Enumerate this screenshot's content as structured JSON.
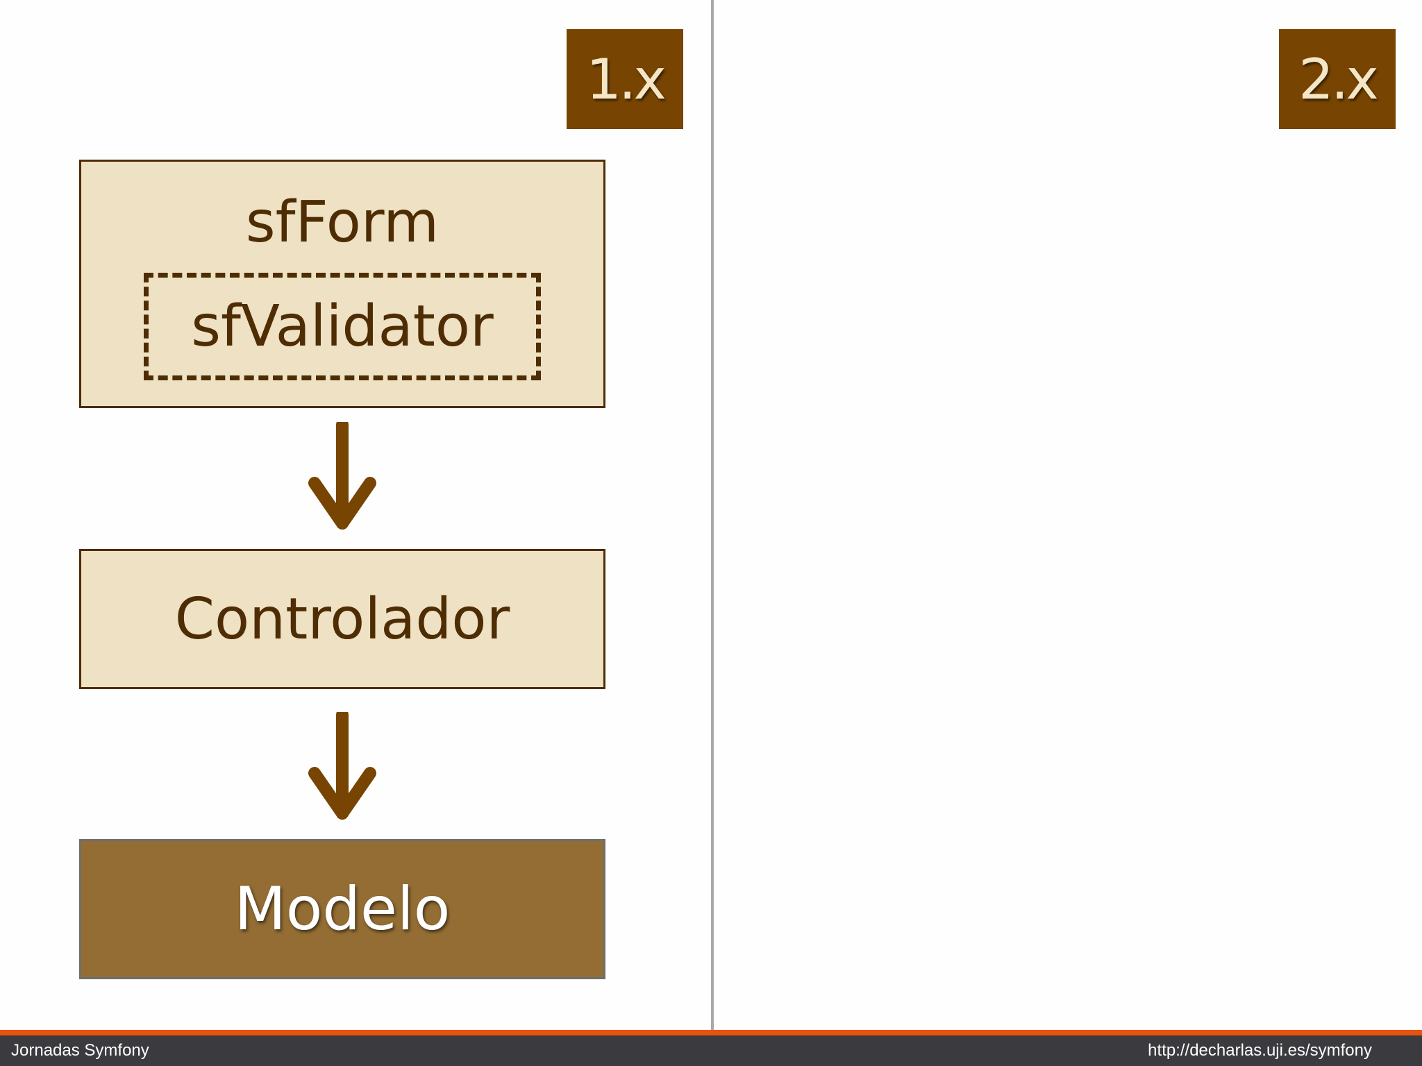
{
  "badges": {
    "left": "1.x",
    "right": "2.x"
  },
  "diagram": {
    "form_label": "sfForm",
    "validator_label": "sfValidator",
    "controller_label": "Controlador",
    "model_label": "Modelo"
  },
  "footer": {
    "left_text": "Jornadas Symfony",
    "right_text": "http://decharlas.uji.es/symfony"
  },
  "colors": {
    "badge_bg": "#774401",
    "box_light": "#efe1c3",
    "box_dark": "#936d33",
    "text_dark": "#4e2c04",
    "arrow": "#774401",
    "footer_bg": "#3b3a3e",
    "footer_accent": "#e8530f"
  }
}
